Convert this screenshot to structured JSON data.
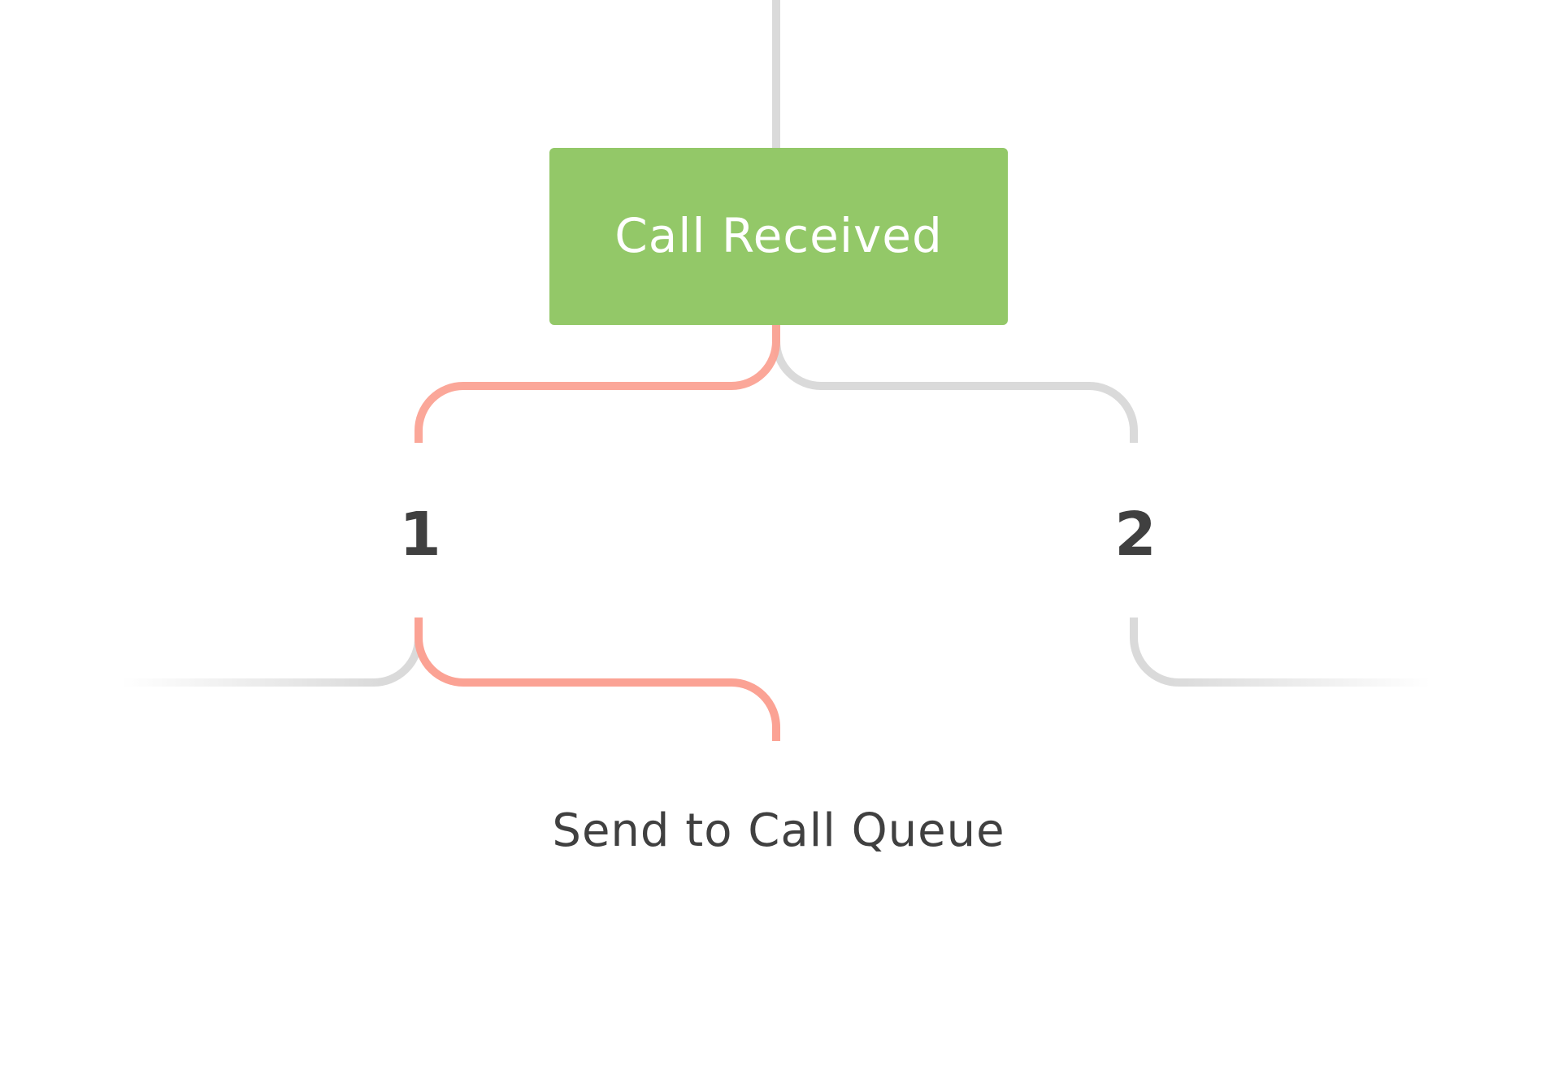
{
  "diagram": {
    "root": {
      "label": "Call Received"
    },
    "options": [
      {
        "key": "1",
        "active": true
      },
      {
        "key": "2",
        "active": false
      }
    ],
    "action": {
      "label": "Send to Call Queue"
    }
  },
  "colors": {
    "node_fill": "#93C868",
    "active_path": "#FBA294",
    "inactive_path": "#DADADA",
    "text_dark": "#404040",
    "node_text": "#FFFFFF"
  }
}
